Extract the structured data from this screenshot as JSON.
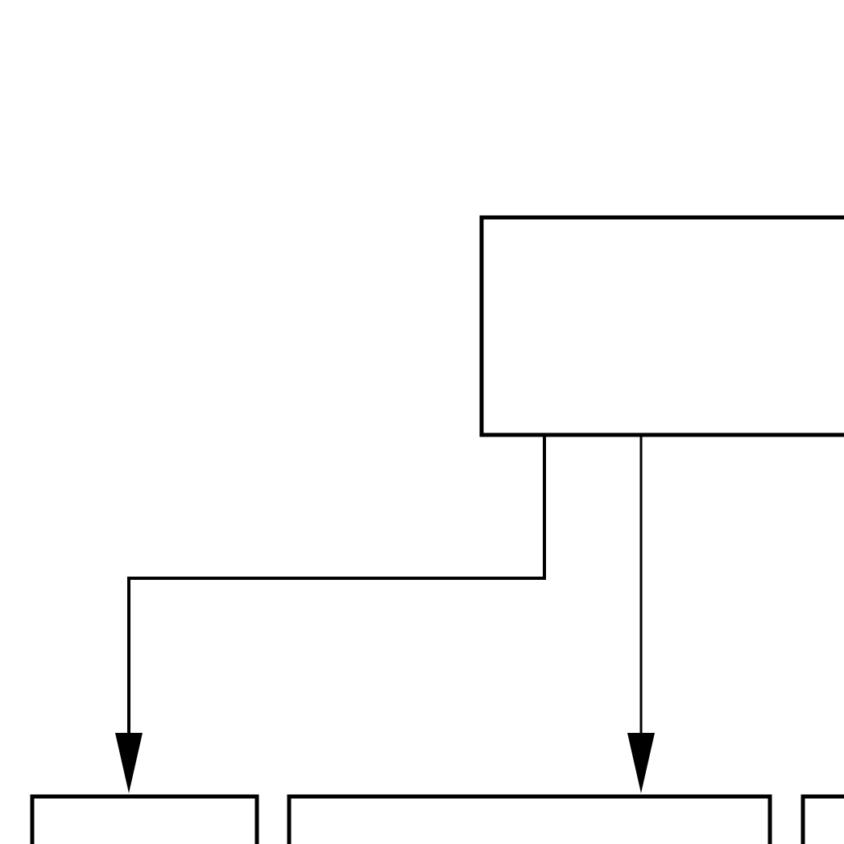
{
  "diagram": {
    "stroke_color": "#000000",
    "fill_color": "#ffffff",
    "nodes": [
      {
        "id": "parent-node",
        "text": ""
      },
      {
        "id": "child-node-left",
        "text": ""
      },
      {
        "id": "child-node-middle",
        "text": ""
      },
      {
        "id": "child-node-right",
        "text": ""
      }
    ],
    "edges": [
      {
        "id": "edge-parent-to-left",
        "from": "parent-node",
        "to": "child-node-left",
        "arrow": "end"
      },
      {
        "id": "edge-parent-to-middle",
        "from": "parent-node",
        "to": "child-node-middle",
        "arrow": "end"
      }
    ]
  }
}
